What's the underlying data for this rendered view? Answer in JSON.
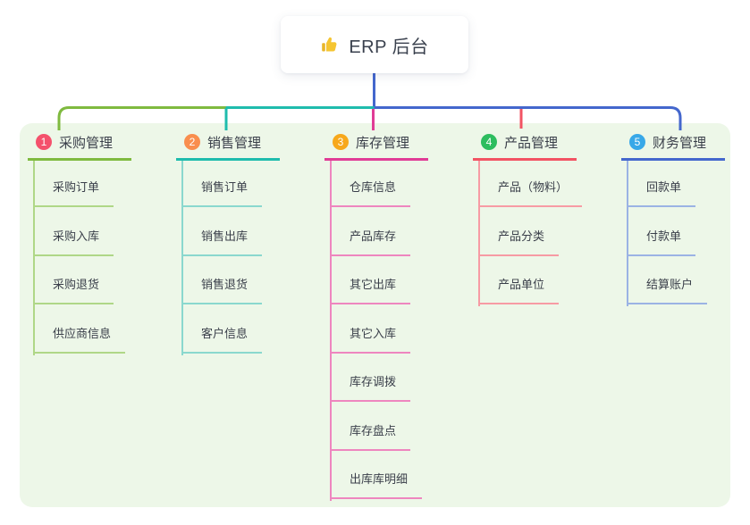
{
  "root": {
    "icon": "thumbs-up",
    "label": "ERP 后台",
    "connector_color": "#4467CD",
    "icon_color": "#F5C531"
  },
  "panel": {
    "background": "#EDF7E8"
  },
  "branches": [
    {
      "num": "1",
      "label": "采购管理",
      "line_color": "#7FBA3F",
      "child_line_color": "#AFD787",
      "badge_color": "#F4516C",
      "children": [
        "采购订单",
        "采购入库",
        "采购退货",
        "供应商信息"
      ]
    },
    {
      "num": "2",
      "label": "销售管理",
      "line_color": "#1FBCAD",
      "child_line_color": "#8AD8CE",
      "badge_color": "#F98E4E",
      "children": [
        "销售订单",
        "销售出库",
        "销售退货",
        "客户信息"
      ]
    },
    {
      "num": "3",
      "label": "库存管理",
      "line_color": "#E03C96",
      "child_line_color": "#EE86BF",
      "badge_color": "#F7A81B",
      "children": [
        "仓库信息",
        "产品库存",
        "其它出库",
        "其它入库",
        "库存调拨",
        "库存盘点",
        "出库库明细"
      ]
    },
    {
      "num": "4",
      "label": "产品管理",
      "line_color": "#F25363",
      "child_line_color": "#F79BA4",
      "badge_color": "#2DBD5F",
      "children": [
        "产品（物料）",
        "产品分类",
        "产品单位"
      ]
    },
    {
      "num": "5",
      "label": "财务管理",
      "line_color": "#4467CD",
      "child_line_color": "#9BB3E4",
      "badge_color": "#38A8E8",
      "children": [
        "回款单",
        "付款单",
        "结算账户"
      ]
    }
  ],
  "text_color": "#3A3F4A"
}
